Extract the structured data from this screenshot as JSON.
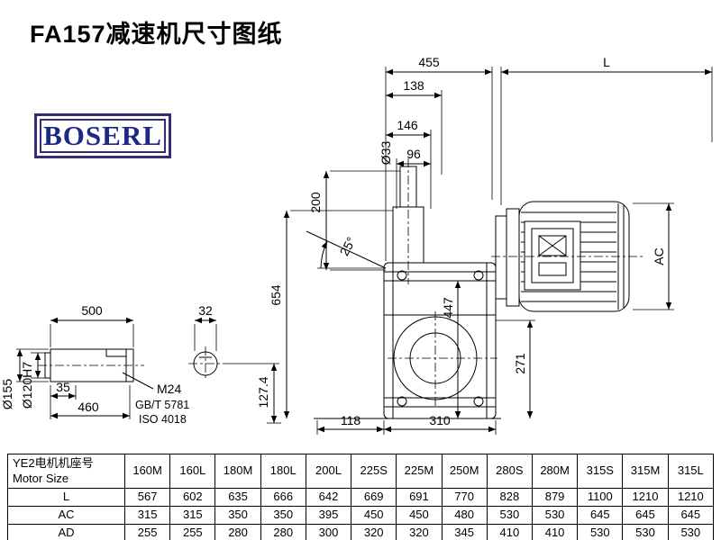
{
  "title": "FA157减速机尺寸图纸",
  "logo": {
    "text": "BOSERL"
  },
  "dims": {
    "d455": "455",
    "dL": "L",
    "d138": "138",
    "d146": "146",
    "d96": "96",
    "d33": "Ø33",
    "d200": "200",
    "d25": "25°",
    "d654": "654",
    "d447": "447",
    "dAC": "AC",
    "d271": "271",
    "d118": "118",
    "d310": "310",
    "d500": "500",
    "d35": "35",
    "d460": "460",
    "d155": "Ø155",
    "d120": "Ø120H7",
    "d32": "32",
    "d1274": "127.4",
    "m24": "M24",
    "gbt": "GB/T 5781",
    "iso": "ISO 4018"
  },
  "table": {
    "header": {
      "line1": "YE2电机机座号",
      "line2": "Motor Size"
    },
    "sizes": [
      "160M",
      "160L",
      "180M",
      "180L",
      "200L",
      "225S",
      "225M",
      "250M",
      "280S",
      "280M",
      "315S",
      "315M",
      "315L"
    ],
    "rows": [
      {
        "label": "L",
        "values": [
          "567",
          "602",
          "635",
          "666",
          "642",
          "669",
          "691",
          "770",
          "828",
          "879",
          "1100",
          "1210",
          "1210"
        ]
      },
      {
        "label": "AC",
        "values": [
          "315",
          "315",
          "350",
          "350",
          "395",
          "450",
          "450",
          "480",
          "530",
          "530",
          "645",
          "645",
          "645"
        ]
      },
      {
        "label": "AD",
        "values": [
          "255",
          "255",
          "280",
          "280",
          "300",
          "320",
          "320",
          "345",
          "410",
          "410",
          "530",
          "530",
          "530"
        ]
      }
    ]
  }
}
